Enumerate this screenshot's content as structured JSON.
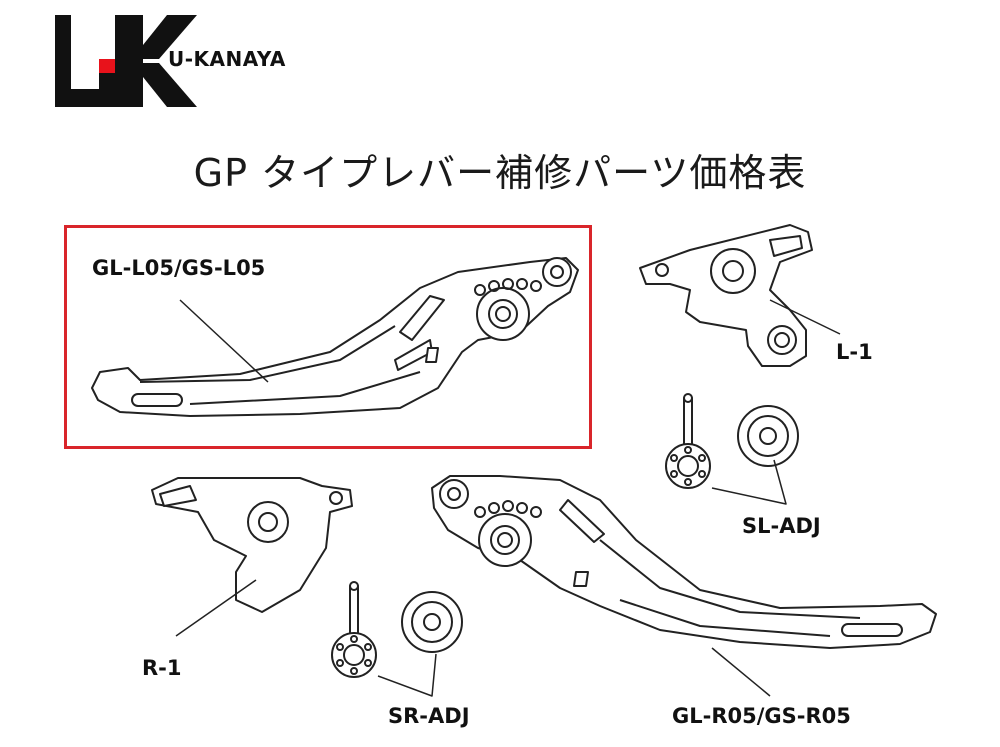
{
  "brand": {
    "logo_letters": "UK",
    "name": "U-KANAYA",
    "logo_colors": {
      "black": "#111111",
      "red": "#e8121b"
    }
  },
  "title": "GP タイプレバー補修パーツ価格表",
  "highlight_color": "#d9252a",
  "parts": {
    "lever_left": "GL-L05/GS-L05",
    "bracket_left": "L-1",
    "adjuster_left": "SL-ADJ",
    "bracket_right": "R-1",
    "adjuster_right": "SR-ADJ",
    "lever_right": "GL-R05/GS-R05"
  }
}
